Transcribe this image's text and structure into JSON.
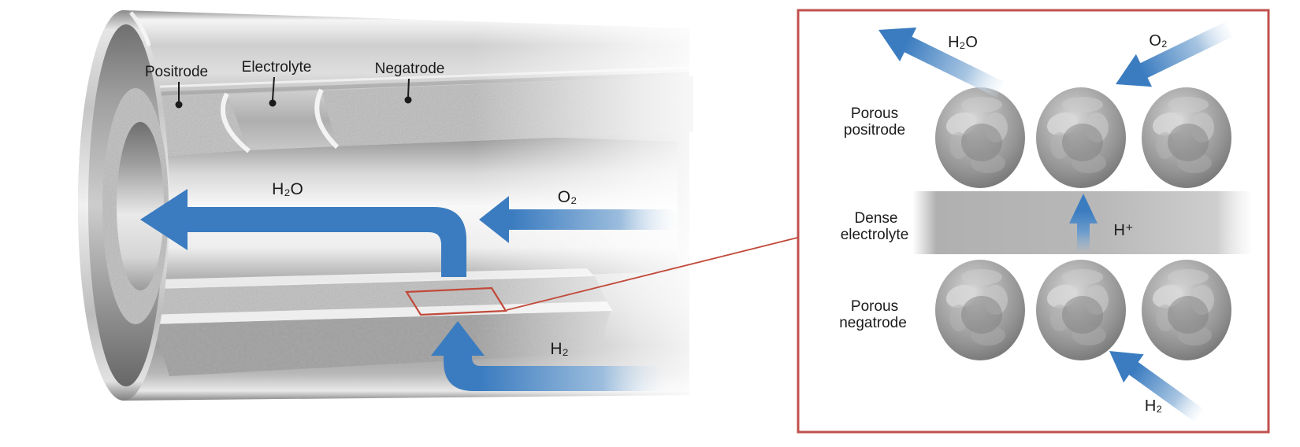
{
  "colors": {
    "arrow_blue": "#3b7cc0",
    "callout_red": "#c0504d",
    "parallelogram_red": "#c2493a",
    "label_text": "#1b1b1b",
    "metal_light": "#f2f2f2",
    "metal_dark": "#8a8a8a"
  },
  "tube": {
    "layer_labels": [
      {
        "label": "Positrode"
      },
      {
        "label": "Electrolyte"
      },
      {
        "label": "Negatrode"
      }
    ],
    "flows": {
      "h2o": "H₂O",
      "o2": "O₂",
      "h2": "H₂"
    }
  },
  "inset": {
    "layers": [
      {
        "label": "Porous positrode",
        "lines": [
          "Porous",
          "positrode"
        ]
      },
      {
        "label": "Dense electrolyte",
        "lines": [
          "Dense",
          "electrolyte"
        ]
      },
      {
        "label": "Porous negatrode",
        "lines": [
          "Porous",
          "negatrode"
        ]
      }
    ],
    "flows": {
      "h2o": "H₂O",
      "o2": "O₂",
      "hplus": "H⁺",
      "h2": "H₂"
    }
  }
}
